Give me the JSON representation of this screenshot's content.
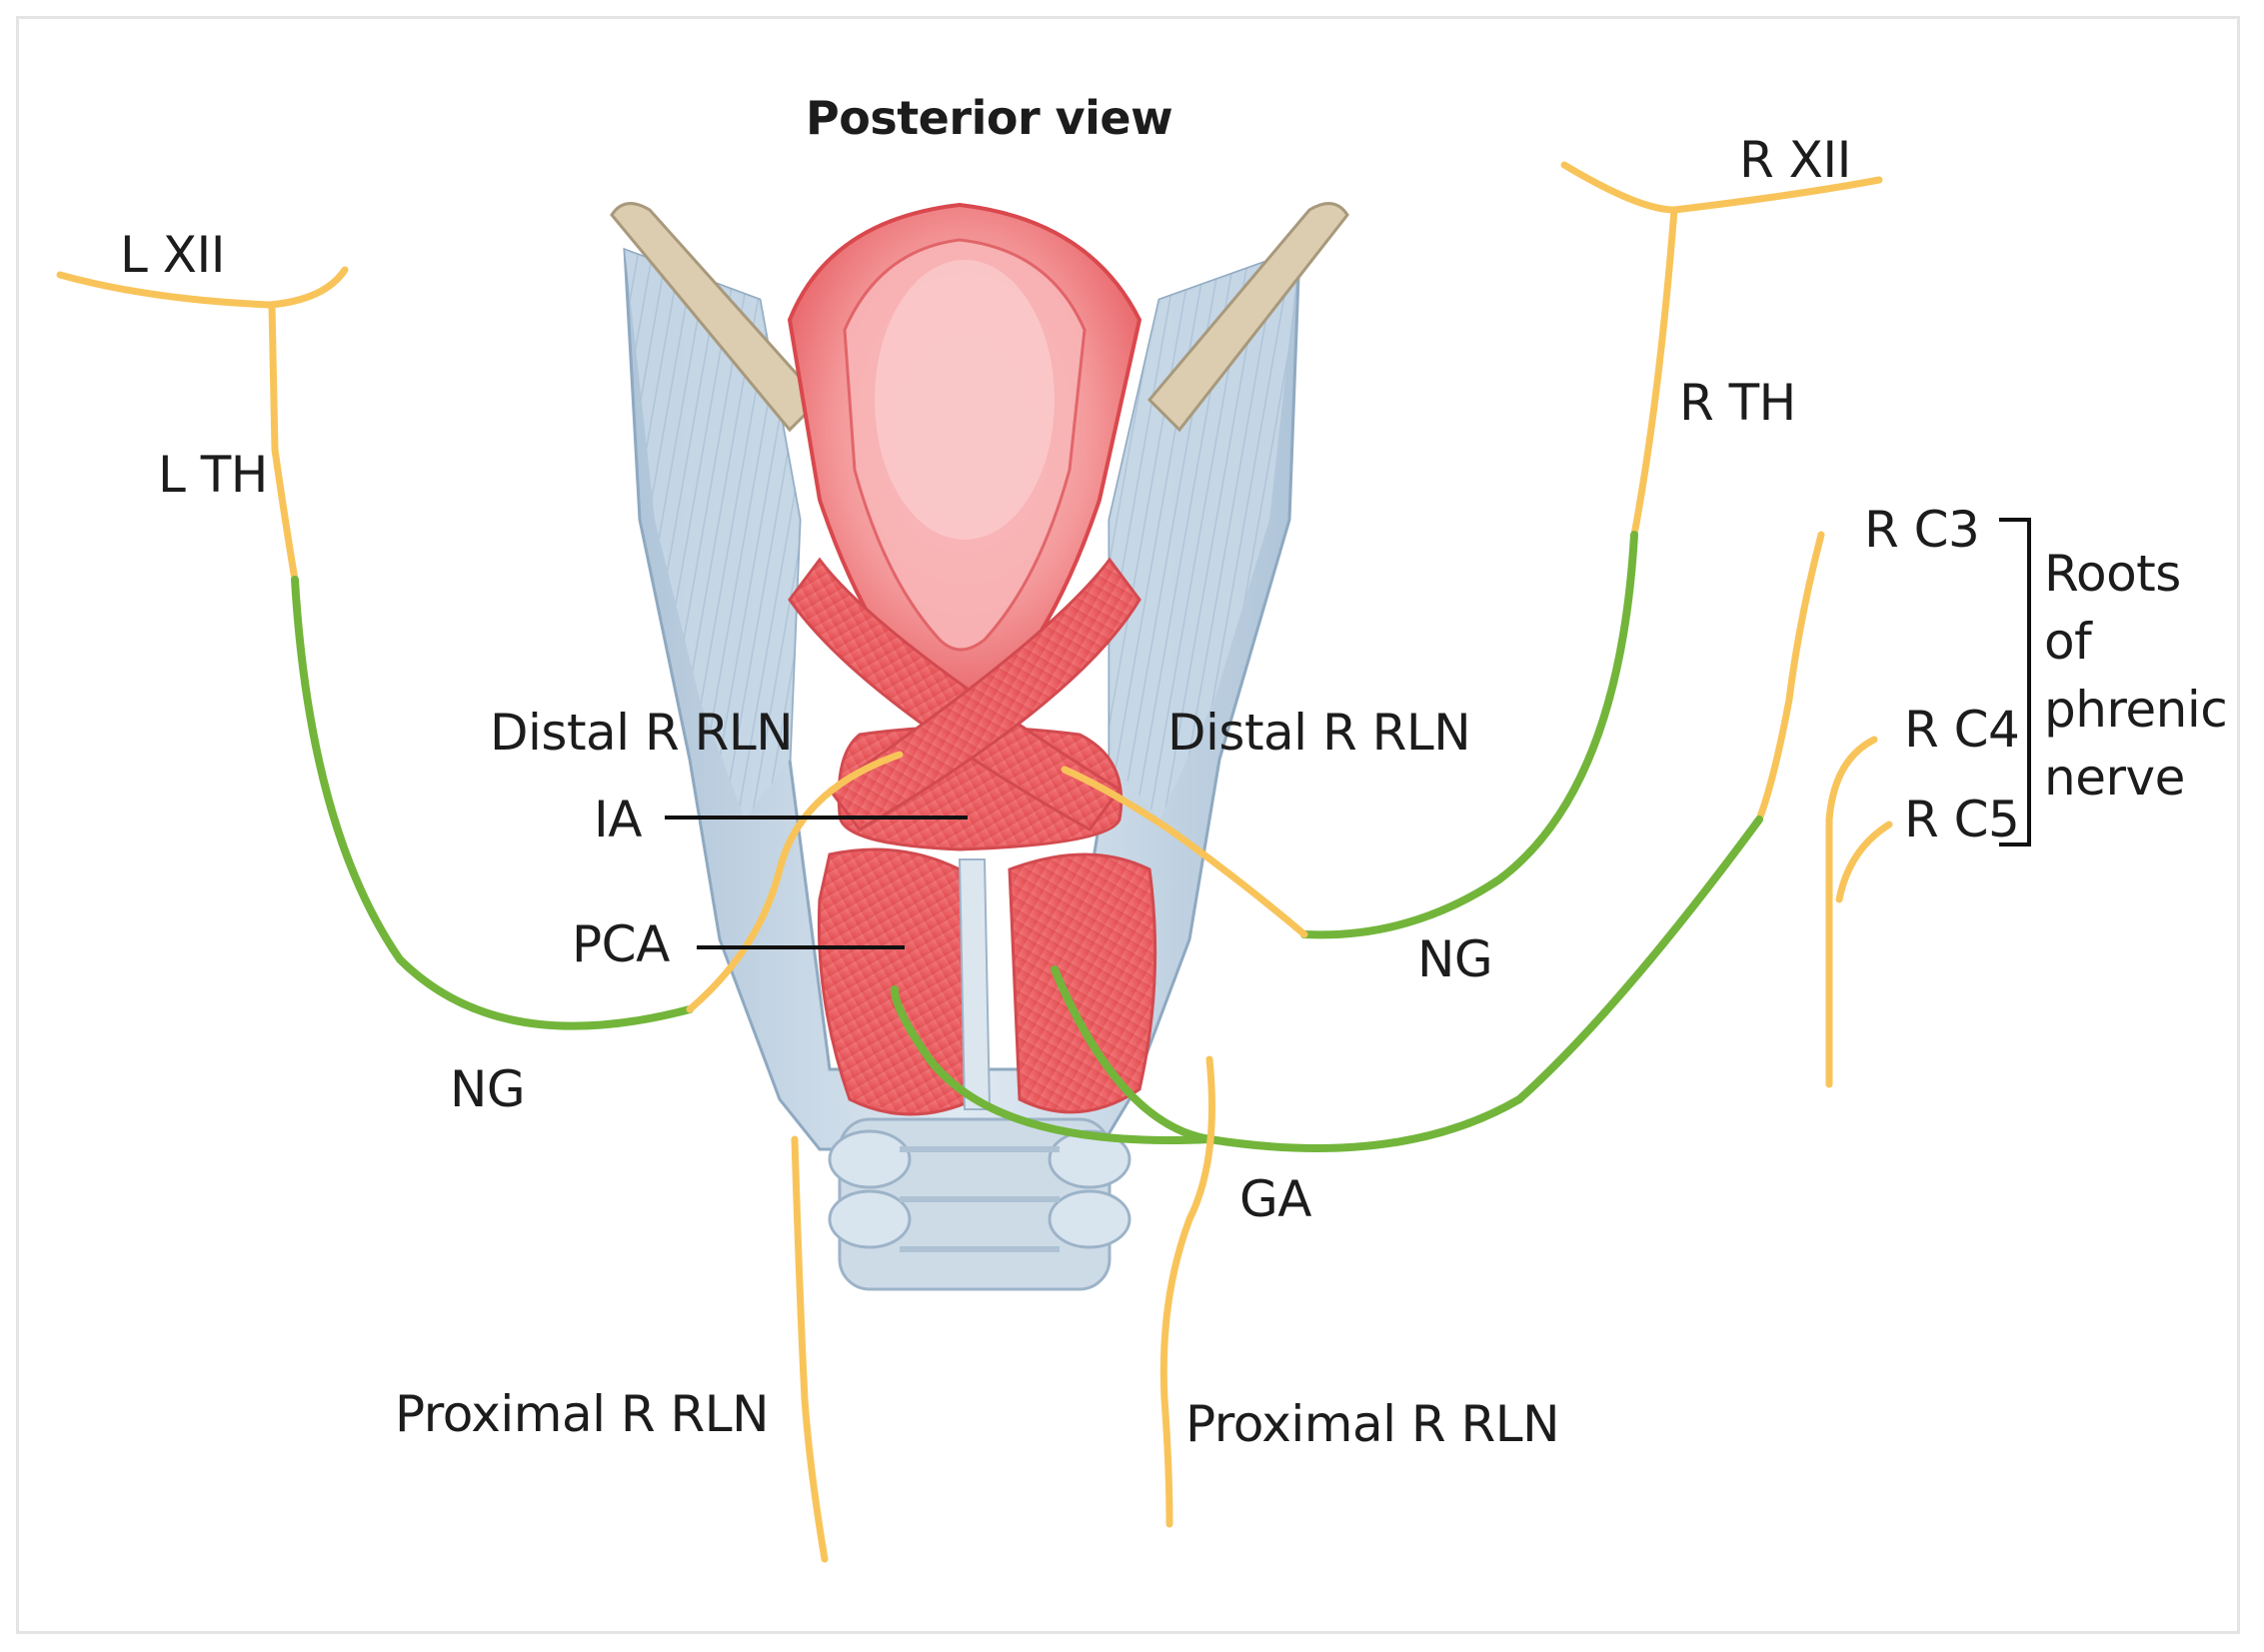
{
  "title": "Posterior view",
  "labels": {
    "l_xii": "L XII",
    "l_th": "L TH",
    "ng_left": "NG",
    "r_xii": "R XII",
    "r_th": "R TH",
    "ng_right": "NG",
    "distal_left": "Distal R RLN",
    "distal_right": "Distal R RLN",
    "ia": "IA",
    "pca": "PCA",
    "ga": "GA",
    "proximal_left": "Proximal R RLN",
    "proximal_right": "Proximal R RLN",
    "r_c3": "R C3",
    "r_c4": "R C4",
    "r_c5": "R C5",
    "roots": [
      "Roots",
      "of",
      "phrenic",
      "nerve"
    ]
  },
  "colors": {
    "nerve_yellow": "#f8c45a",
    "nerve_green": "#72b53a",
    "muscle_red": "#ec5f62",
    "cartilage_blue": "#c9d9e6",
    "horn_tan": "#dccdb0",
    "leader_black": "#111111"
  }
}
